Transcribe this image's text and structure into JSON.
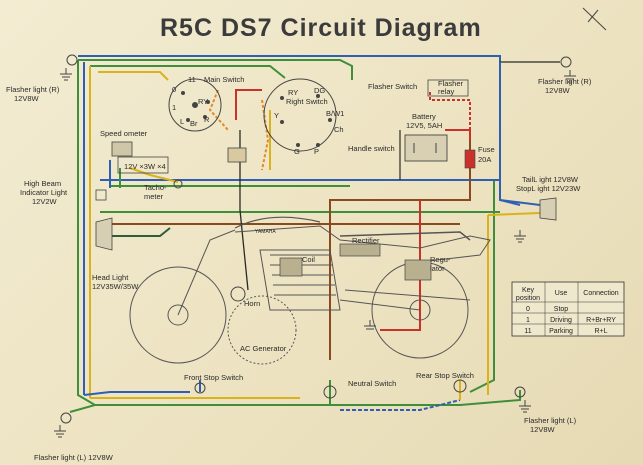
{
  "title": "R5C DS7 Circuit Diagram",
  "labels": {
    "flasher_light_fr_left": "Flasher light (R)",
    "flasher_light_fr_left_watt": "12V8W",
    "flasher_light_fr_right": "Flasher light (R)",
    "flasher_light_fr_right_watt": "12V8W",
    "main_switch": "Main Switch",
    "main_switch_terminal_11": "11",
    "main_switch_terminal_0": "0",
    "main_switch_terminal_1": "1",
    "main_switch_ry": "RY",
    "main_switch_br": "Br",
    "main_switch_r": "R",
    "main_switch_l": "L",
    "right_switch": "Right Switch",
    "right_switch_ry": "RY",
    "right_switch_dg": "DG",
    "right_switch_bw1": "B/W1",
    "right_switch_y": "Y",
    "right_switch_ch": "Ch",
    "right_switch_g": "G",
    "right_switch_p": "P",
    "flasher_switch": "Flasher Switch",
    "flasher_relay_1": "Flasher",
    "flasher_relay_2": "relay",
    "battery": "Battery",
    "battery_spec": "12V5, 5AH",
    "fuse": "Fuse",
    "fuse_spec": "20A",
    "handle_switch": "Handle switch",
    "speedometer": "Speed ometer",
    "meter_bulbs": "12V ×3W ×4",
    "tachometer_1": "Tacho-",
    "tachometer_2": "meter",
    "high_beam_1": "High Beam",
    "high_beam_2": "Indicator Light",
    "high_beam_3": "12V2W",
    "tail_light": "TailL ight 12V8W",
    "stop_light": "StopL ight 12V23W",
    "head_light_1": "Head Light",
    "head_light_2": "12V35W/35W",
    "coil": "Coil",
    "rectifier": "Rectifier",
    "regulator_1": "Regu-",
    "regulator_2": "lator",
    "horn": "Horn",
    "ac_generator": "AC Generator",
    "front_stop_switch": "Front Stop Switch",
    "neutral_switch": "Neutral Switch",
    "rear_stop_switch": "Rear Stop Switch",
    "flasher_light_l_right": "Flasher light (L)",
    "flasher_light_l_right_watt": "12V8W",
    "flasher_light_l_left": "Flasher light (L) 12V8W",
    "tank_brand": "YAMAHA"
  },
  "key_table": {
    "headers": [
      "Key position",
      "Use",
      "Connection"
    ],
    "rows": [
      [
        "0",
        "Stop",
        ""
      ],
      [
        "1",
        "Driving",
        "R+Br+RY"
      ],
      [
        "11",
        "Parking",
        "R+L"
      ]
    ]
  },
  "colors": {
    "wire_green": "#3f8f3a",
    "wire_blue": "#2f5fb3",
    "wire_yellow": "#d9b21c",
    "wire_brown": "#8a4a1f",
    "wire_red": "#c8322a",
    "wire_orange": "#e08a2a",
    "wire_black": "#2a2a2a",
    "wire_darkgreen": "#2f5d37"
  }
}
